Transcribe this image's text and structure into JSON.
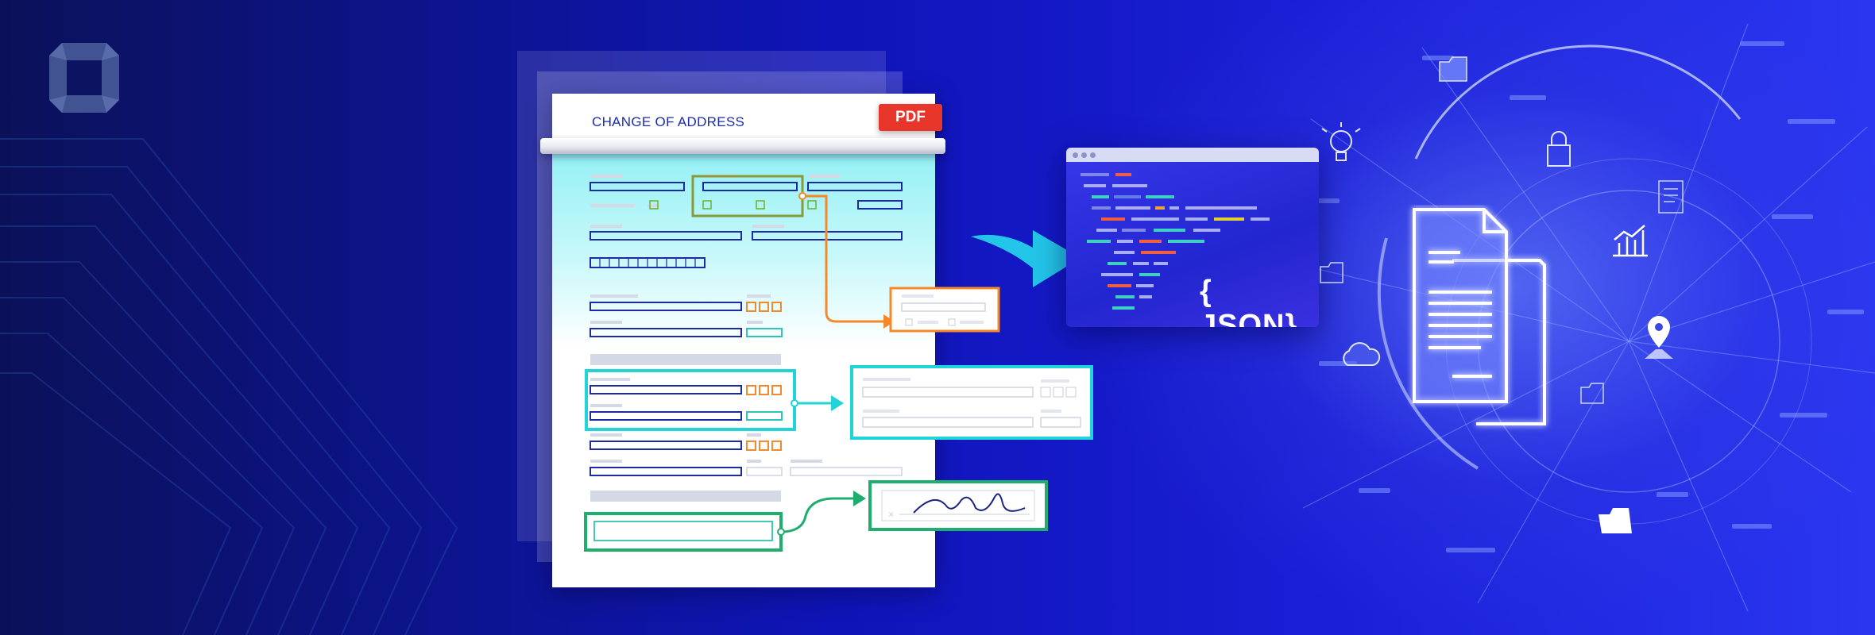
{
  "colors": {
    "background_dark": "#0b1158",
    "background_blue": "#1a1fd6",
    "document_title": "#1b2bb0",
    "pdf_red": "#e8362b",
    "orange": "#f5892a",
    "teal": "#21d4d8",
    "green": "#1fae6d",
    "form_field_blue": "#1d2aa6",
    "json_window": "#2a2ee0"
  },
  "icons": {
    "logo": "brand-logo-icon",
    "arrow": "arrow-right-icon",
    "document": "document-icon",
    "signature": "signature-icon",
    "folder": "folder-icon",
    "cloud": "cloud-icon",
    "location": "location-pin-icon",
    "chart": "bar-chart-icon",
    "lightbulb": "lightbulb-icon",
    "lock": "lock-icon"
  },
  "document": {
    "title": "CHANGE OF ADDRESS",
    "badge": "PDF"
  },
  "json_window": {
    "label": "{ JSON}"
  }
}
